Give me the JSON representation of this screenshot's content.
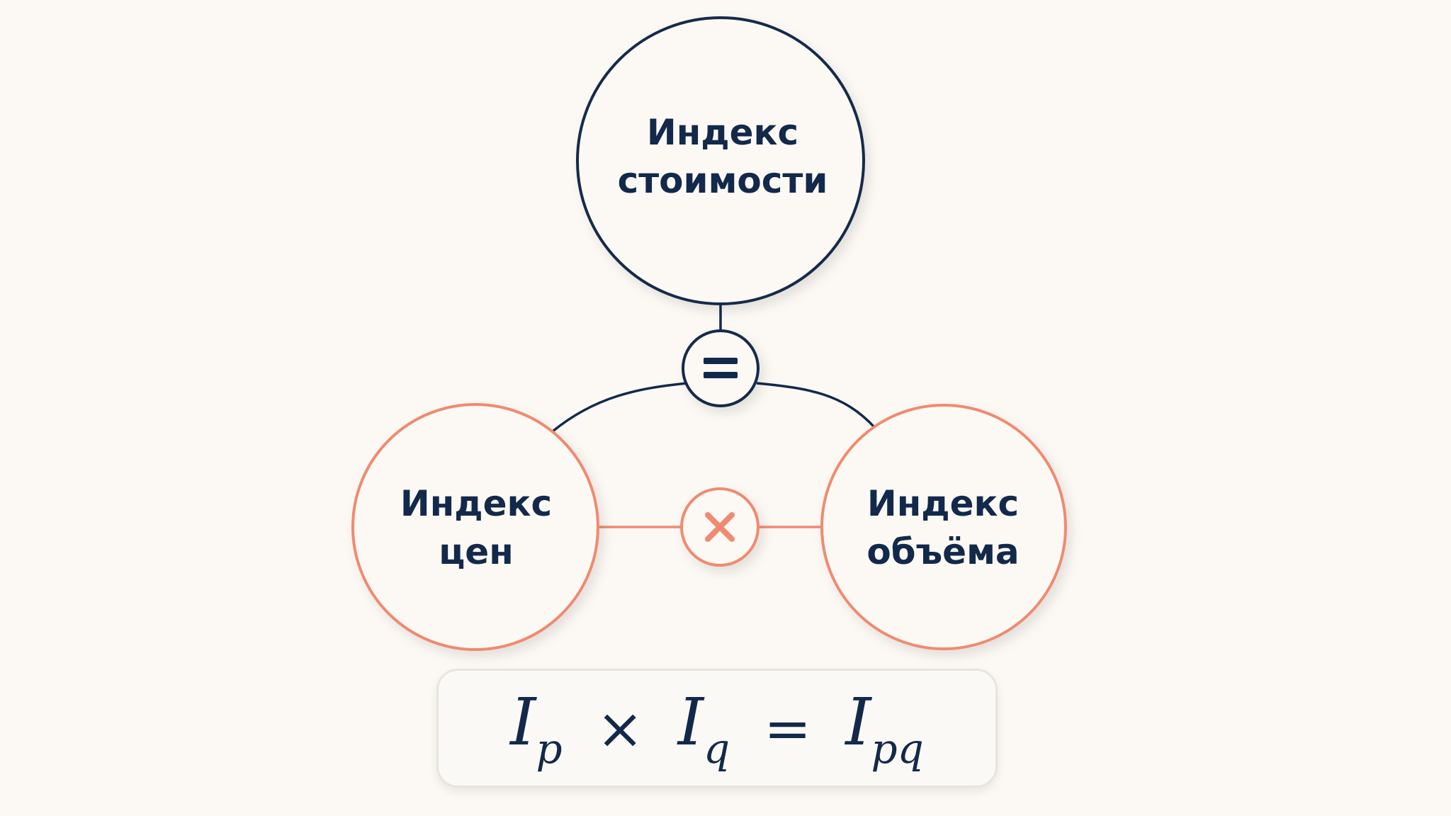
{
  "nodes": {
    "top": {
      "line1": "Индекс",
      "line2": "стоимости"
    },
    "left": {
      "line1": "Индекс",
      "line2": "цен"
    },
    "right": {
      "line1": "Индекс",
      "line2": "объёма"
    }
  },
  "operators": {
    "equals_icon": "equals-icon",
    "multiply_icon": "multiply-icon"
  },
  "formula": {
    "left_var": "I",
    "left_sub": "p",
    "times": "×",
    "mid_var": "I",
    "mid_sub": "q",
    "equals": "=",
    "right_var": "I",
    "right_sub": "pq"
  },
  "colors": {
    "navy": "#13294b",
    "coral": "#f08a70",
    "background": "#fcf9f4"
  }
}
